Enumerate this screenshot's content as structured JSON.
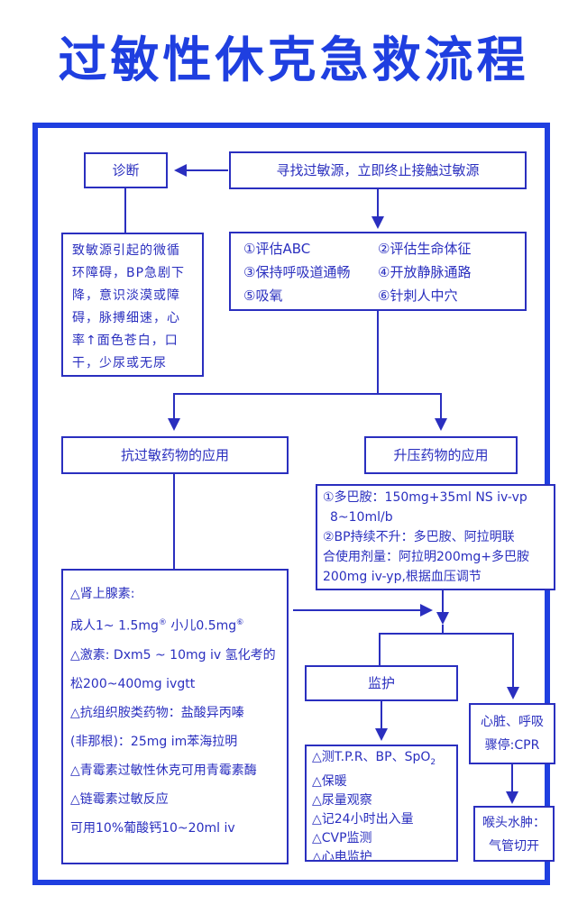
{
  "title": "过敏性休克急救流程",
  "nodes": {
    "diagnosis": "诊断",
    "find_allergen": "寻找过敏源，立即终止接触过敏源",
    "diagnosis_detail": "致敏源引起的微循环障碍，BP急剧下降，意识淡漠或障碍，脉搏细速，心率↑面色苍白，口干，少尿或无尿",
    "assess": [
      "①评估ABC",
      "②评估生命体征",
      "③保持呼吸道通畅",
      "④开放静脉通路",
      "⑤吸氧",
      "⑥针刺人中穴"
    ],
    "anti_allergy": "抗过敏药物的应用",
    "vasopressor": "升压药物的应用",
    "vasopressor_detail": [
      "①多巴胺：150mg+35ml NS iv-vp",
      "8~10ml/b",
      "②BP持续不升：多巴胺、阿拉明联",
      "合使用剂量：阿拉明200mg+多巴胺",
      "200mg iv-yp,根据血压调节"
    ],
    "anti_allergy_detail": [
      "△肾上腺素:",
      "成人1~ 1.5mg",
      "小儿0.5mg",
      "△激素: Dxm5 ~ 10mg iv 氢化考的",
      "松200~400mg ivgtt",
      "△抗组织胺类药物：盐酸异丙嗪",
      "(非那根)：25mg im苯海拉明",
      "△青霉素过敏性休克可用青霉素酶",
      "△链霉素过敏反应",
      "可用10%葡酸钙10~20ml iv"
    ],
    "sup_marks": [
      "®",
      "⑥"
    ],
    "monitor": "监护",
    "monitor_detail": [
      "△测T.P.R、BP、SpO",
      "△保暖",
      "△尿量观察",
      "△记24小时出入量",
      "△CVP监测",
      "△心电监护"
    ],
    "spo2_sub": "2",
    "cardiac_arrest": [
      "心脏、呼吸",
      "骤停:CPR"
    ],
    "laryngeal": [
      "喉头水肿：",
      "气管切开"
    ]
  }
}
